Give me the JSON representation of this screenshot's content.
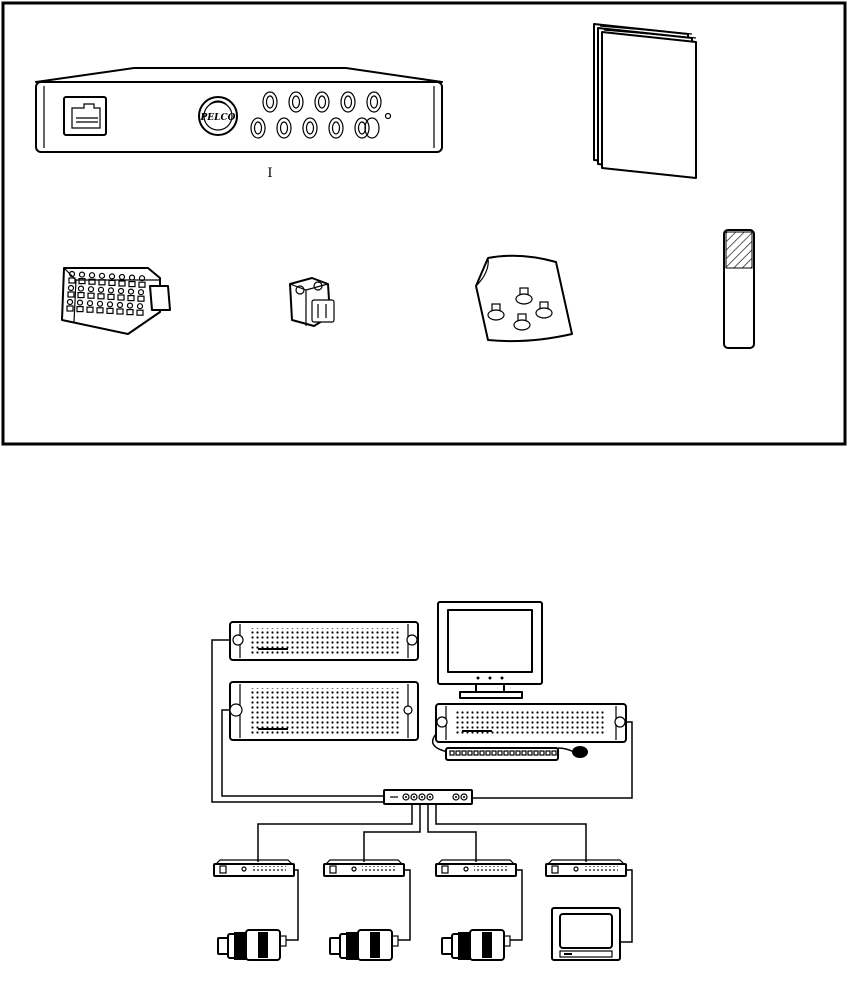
{
  "figure_top": {
    "items": [
      {
        "name": "encoder-unit",
        "label": "I"
      },
      {
        "name": "manual"
      },
      {
        "name": "terminal-block-large"
      },
      {
        "name": "terminal-block-small"
      },
      {
        "name": "rubber-feet-bag"
      },
      {
        "name": "label-strip"
      }
    ],
    "device_brand": "PELCO"
  },
  "figure_bottom": {
    "items": [
      "storage-unit-1u",
      "storage-unit-2u",
      "workstation-monitor",
      "workstation-server",
      "keyboard",
      "mouse",
      "network-switch",
      "encoder-1",
      "encoder-2",
      "encoder-3",
      "decoder",
      "camera-1",
      "camera-2",
      "camera-3",
      "video-monitor"
    ]
  }
}
